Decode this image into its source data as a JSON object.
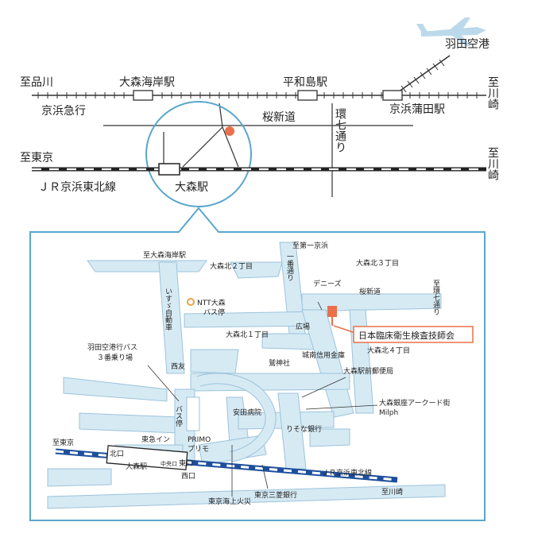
{
  "colors": {
    "accent": "#e8704a",
    "frame": "#5aa6cc",
    "road": "#d6eaf4",
    "roadEdge": "#9cc3da",
    "text": "#222222",
    "plane": "#bcd9ec"
  },
  "top": {
    "haneda_airport": "羽田空港",
    "to_shinagawa": "至品川",
    "omori_kaigan_station": "大森海岸駅",
    "heiwajima_station": "平和島駅",
    "to_kawasaki_top": "至川崎",
    "keikyu_line": "京浜急行",
    "keikyu_kamata_station": "京浜蒲田駅",
    "sakura_shindo": "桜新道",
    "kan7": "環七通り",
    "to_tokyo": "至東京",
    "to_kawasaki_mid": "至川崎",
    "jr_line": "ＪＲ京浜東北線",
    "omori_station": "大森駅"
  },
  "detail": {
    "to_daiichi_keihin": "至第一京浜",
    "to_omori_kaigan": "至大森海岸駅",
    "kita2": "大森北２丁目",
    "kita3": "大森北３丁目",
    "ichiban_dori": "一番通り",
    "dennys": "デニーズ",
    "sakura_shindo": "桜新道",
    "to_kan7": "至環七通り",
    "isuzu_dori": "いすゞ自動車",
    "ntt": "NTT大森",
    "bus_stop": "バス停",
    "kita1": "大森北１丁目",
    "hiroba": "広場",
    "association": "日本臨床衛生検査技師会",
    "haneda_bus": "羽田空港行バス",
    "bus_platform": "３番乗り場",
    "shinkin": "城南信用金庫",
    "suwa_shrine": "鷲神社",
    "kita4": "大森北４丁目",
    "seiyu": "西友",
    "post_office": "大森駅前郵便局",
    "bus_stop2": "バス停",
    "arcade": "大森銀座アークード街",
    "milph": "Milph",
    "yasuda": "安田病院",
    "resona": "りそな銀行",
    "to_tokyo": "至東京",
    "toyoko": "東急イン",
    "primo": "PRIMO",
    "primo_kana": "プリモ",
    "kita_exit": "北口",
    "omori_station": "大森駅",
    "central_exit": "中央口",
    "east_exit": "東口",
    "west_exit": "西口",
    "jr_line": "ＪＲ京浜東北線",
    "to_kawasaki": "至川崎",
    "tokyo_kaijo": "東京海上火災",
    "mitsubishi": "東京三菱銀行"
  }
}
